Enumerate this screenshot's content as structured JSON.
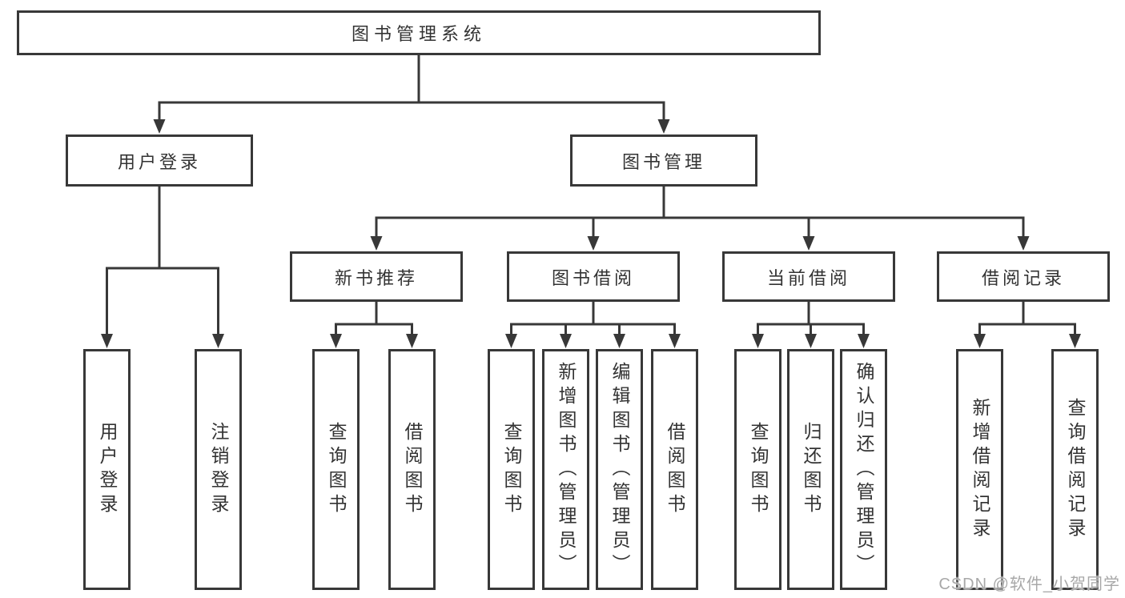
{
  "colors": {
    "line": "#383838",
    "border": "#383838",
    "text": "#333333",
    "background": "#ffffff",
    "watermark_text": "#a8a8a8"
  },
  "diagram": {
    "root": {
      "label": "图书管理系统"
    },
    "user_login": {
      "label": "用户登录",
      "children": [
        {
          "label": "用户登录"
        },
        {
          "label": "注销登录"
        }
      ]
    },
    "book_management": {
      "label": "图书管理",
      "sections": [
        {
          "label": "新书推荐",
          "children": [
            {
              "label": "查询图书"
            },
            {
              "label": "借阅图书"
            }
          ]
        },
        {
          "label": "图书借阅",
          "children": [
            {
              "label": "查询图书"
            },
            {
              "label": "新增图书（管理员）"
            },
            {
              "label": "编辑图书（管理员）"
            },
            {
              "label": "借阅图书"
            }
          ]
        },
        {
          "label": "当前借阅",
          "children": [
            {
              "label": "查询图书"
            },
            {
              "label": "归还图书"
            },
            {
              "label": "确认归还（管理员）"
            }
          ]
        },
        {
          "label": "借阅记录",
          "children": [
            {
              "label": "新增借阅记录"
            },
            {
              "label": "查询借阅记录"
            }
          ]
        }
      ]
    }
  },
  "watermark": {
    "text": "CSDN @软件_小贺同学"
  }
}
